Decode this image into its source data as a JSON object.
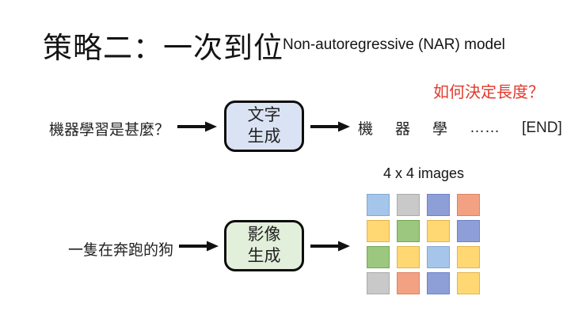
{
  "title": "策略二：一次到位",
  "subtitle": "Non-autoregressive (NAR) model",
  "note": {
    "text": "如何決定長度？",
    "color": "#e03a2e"
  },
  "text_flow": {
    "input": "機器學習是甚麼？",
    "box_label": "文字\n生成",
    "box_fill": "#dae3f3",
    "tokens": [
      "機",
      "器",
      "學",
      "……",
      "[END]"
    ]
  },
  "image_flow": {
    "input": "一隻在奔跑的狗",
    "box_label": "影像\n生成",
    "box_fill": "#e2efda",
    "grid_label": "4 x 4 images",
    "grid": {
      "rows": 4,
      "cols": 4,
      "cells": [
        "lightblue",
        "gray",
        "blue",
        "orange",
        "yellow",
        "green",
        "yellow",
        "blue",
        "green",
        "yellow",
        "lightblue",
        "yellow",
        "gray",
        "orange",
        "blue",
        "yellow"
      ],
      "palette": {
        "lightblue": {
          "fill": "#a5c6ea",
          "border": "#84a8cf"
        },
        "gray": {
          "fill": "#c9c9c9",
          "border": "#ababab"
        },
        "blue": {
          "fill": "#8e9fd8",
          "border": "#6f82c6"
        },
        "orange": {
          "fill": "#f2a283",
          "border": "#e08160"
        },
        "yellow": {
          "fill": "#ffd873",
          "border": "#e3b54a"
        },
        "green": {
          "fill": "#9bc77e",
          "border": "#72a851"
        }
      }
    }
  },
  "arrow_color": "#111111"
}
